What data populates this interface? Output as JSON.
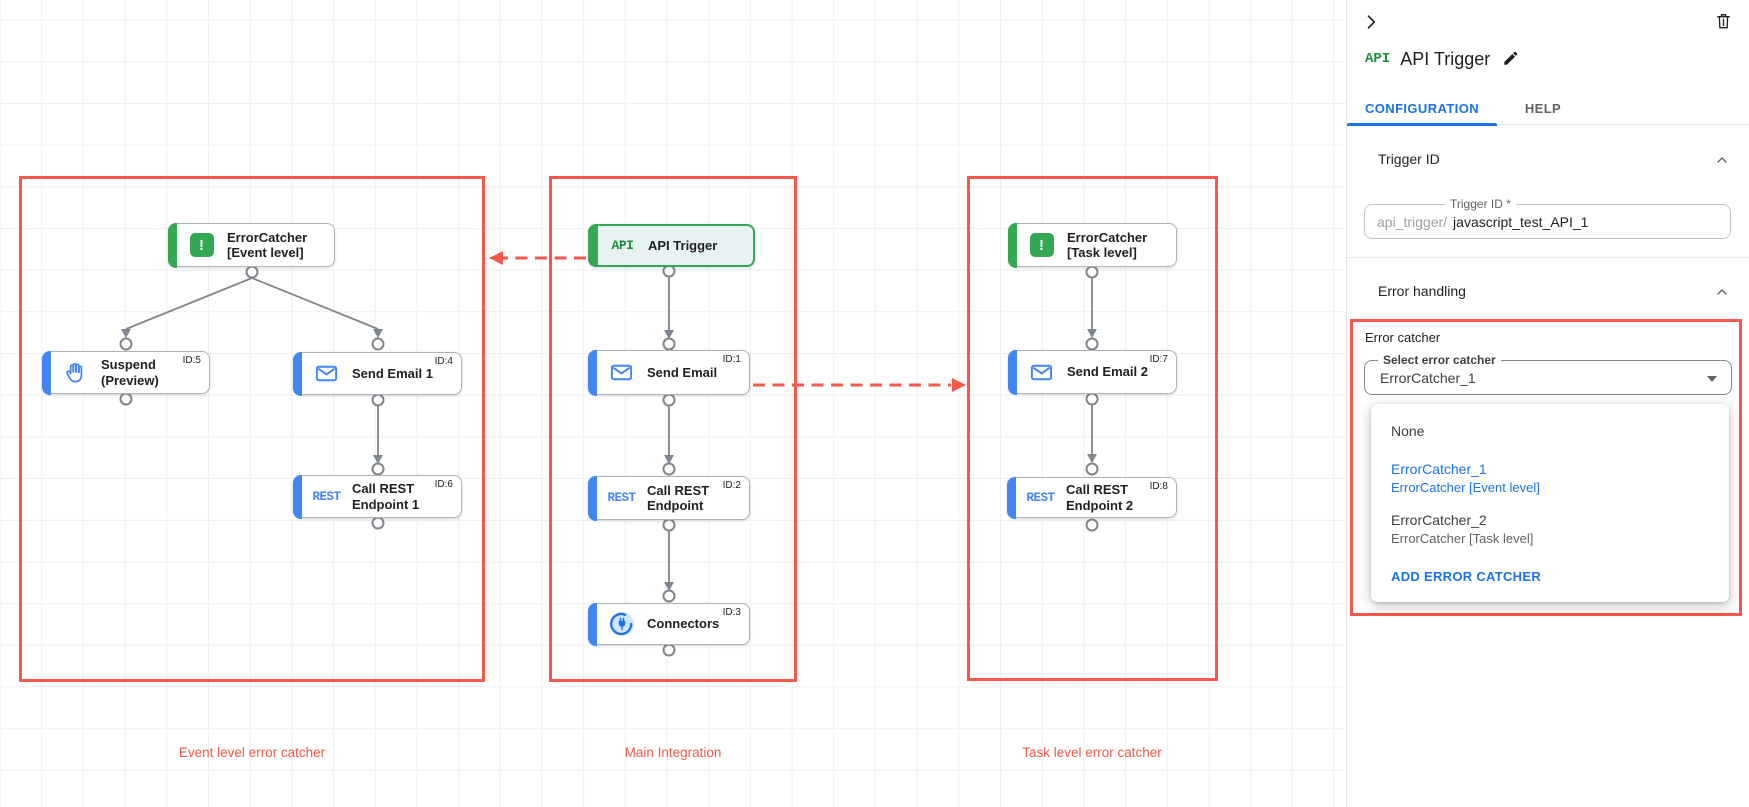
{
  "colors": {
    "accent_red": "#f4594b",
    "link_blue": "#1a73e8",
    "node_blue": "#4285f4",
    "node_green": "#34a853"
  },
  "canvas": {
    "glyphs": {
      "api": "API",
      "rest": "REST",
      "error_catcher": "!"
    },
    "groups": [
      {
        "label": "Event level error catcher"
      },
      {
        "label": "Main Integration"
      },
      {
        "label": "Task level error catcher"
      }
    ],
    "nodes": {
      "ec_event": {
        "label": "ErrorCatcher\n[Event level]"
      },
      "suspend": {
        "label": "Suspend\n(Preview)",
        "id": "ID:5"
      },
      "send_email_1": {
        "label": "Send Email 1",
        "id": "ID:4"
      },
      "rest_1": {
        "label": "Call REST\nEndpoint 1",
        "id": "ID:6"
      },
      "api_trigger": {
        "label": "API Trigger"
      },
      "send_email": {
        "label": "Send Email",
        "id": "ID:1"
      },
      "rest_0": {
        "label": "Call REST\nEndpoint",
        "id": "ID:2"
      },
      "connectors": {
        "label": "Connectors",
        "id": "ID:3"
      },
      "ec_task": {
        "label": "ErrorCatcher\n[Task level]"
      },
      "send_email_2": {
        "label": "Send Email 2",
        "id": "ID:7"
      },
      "rest_2": {
        "label": "Call REST\nEndpoint 2",
        "id": "ID:8"
      }
    }
  },
  "panel": {
    "title": "API Trigger",
    "icon_label": "API",
    "tabs": [
      {
        "label": "CONFIGURATION"
      },
      {
        "label": "HELP"
      }
    ],
    "trigger_id": {
      "heading": "Trigger ID",
      "field_label": "Trigger ID *",
      "prefix": "api_trigger/",
      "value": "javascript_test_API_1"
    },
    "error_handling": {
      "heading": "Error handling",
      "group_label": "Error catcher",
      "select_label": "Select error catcher",
      "selected_value": "ErrorCatcher_1",
      "menu": {
        "none_label": "None",
        "options": [
          {
            "name": "ErrorCatcher_1",
            "detail": "ErrorCatcher [Event level]"
          },
          {
            "name": "ErrorCatcher_2",
            "detail": "ErrorCatcher [Task level]"
          }
        ],
        "add_button": "ADD ERROR CATCHER"
      }
    }
  }
}
